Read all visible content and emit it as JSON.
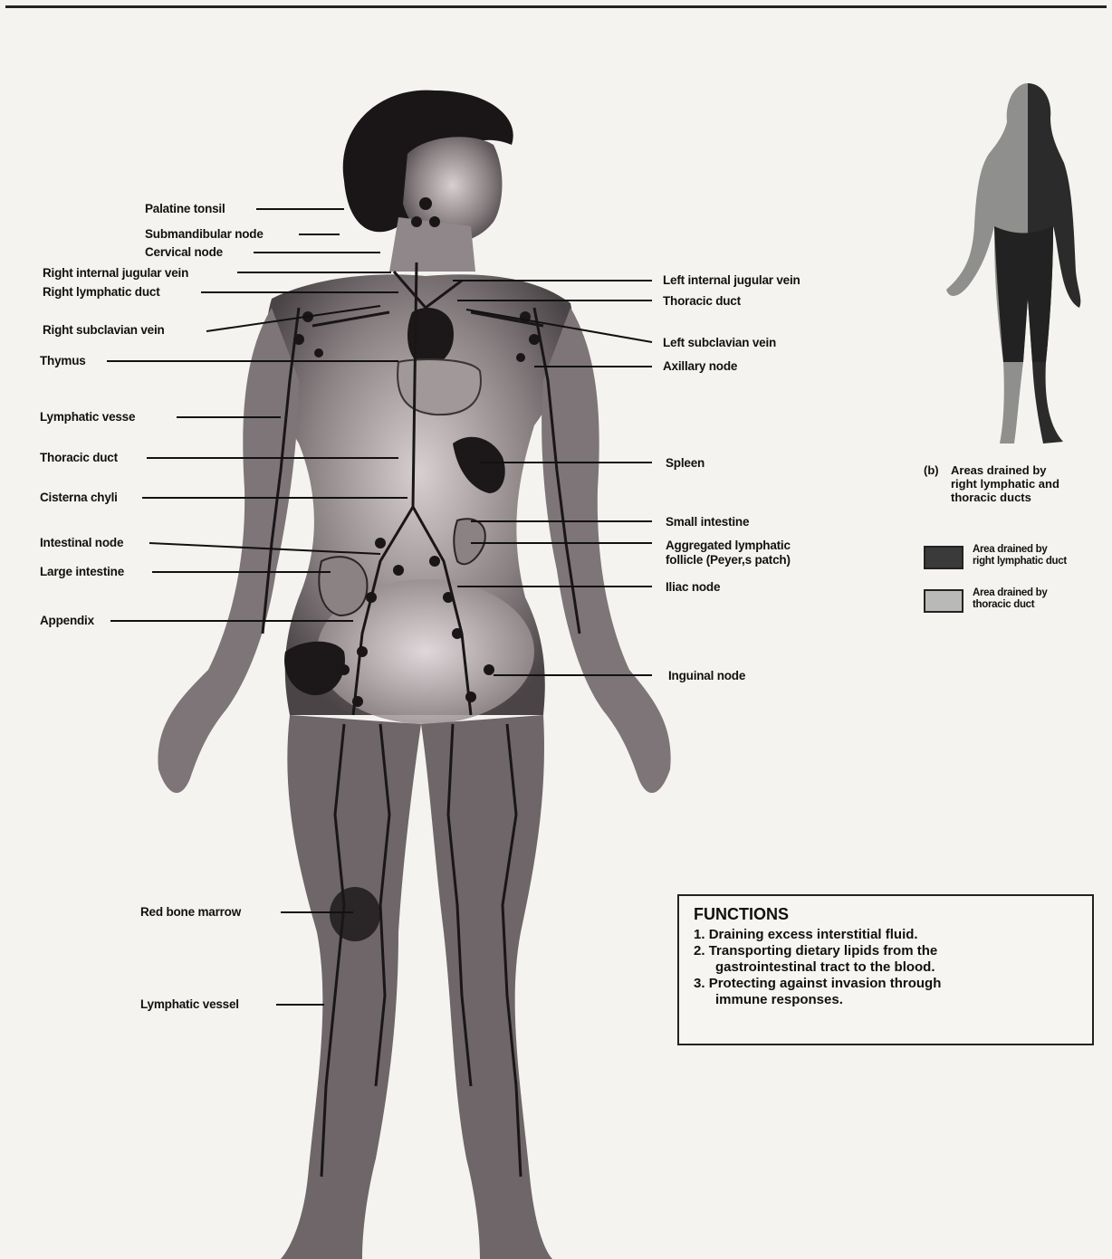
{
  "labels_left": [
    "Palatine tonsil",
    "Submandibular node",
    "Cervical node",
    "Right internal jugular vein",
    "Right lymphatic duct",
    "Right subclavian vein",
    "Thymus",
    "Lymphatic vesse",
    "Thoracic duct",
    "Cisterna chyli",
    "Intestinal node",
    "Large intestine",
    "Appendix",
    "Red bone marrow",
    "Lymphatic vessel"
  ],
  "labels_right": [
    "Left internal jugular vein",
    "Thoracic duct",
    "Left subclavian vein",
    "Axillary node",
    "Spleen",
    "Small intestine",
    "Aggregated lymphatic",
    "follicle (Peyer,s patch)",
    "Iliac node",
    "Inguinal node"
  ],
  "inset": {
    "caption_letter": "(b)",
    "caption_lines": [
      "Areas drained by",
      "right lymphatic and",
      "thoracic ducts"
    ],
    "legend": [
      {
        "lines": [
          "Area drained by",
          "right lymphatic duct"
        ],
        "color": "#3a3a3a"
      },
      {
        "lines": [
          "Area drained by",
          "thoracic duct"
        ],
        "color": "#b9b9b7"
      }
    ]
  },
  "functions": {
    "title": "FUNCTIONS",
    "items": [
      {
        "num": "1.",
        "lines": [
          "Draining excess interstitial fluid."
        ]
      },
      {
        "num": "2.",
        "lines": [
          "Transporting dietary lipids from the",
          "gastrointestinal tract to the blood."
        ]
      },
      {
        "num": "3.",
        "lines": [
          "Protecting against invasion through",
          "immune responses."
        ]
      }
    ]
  }
}
